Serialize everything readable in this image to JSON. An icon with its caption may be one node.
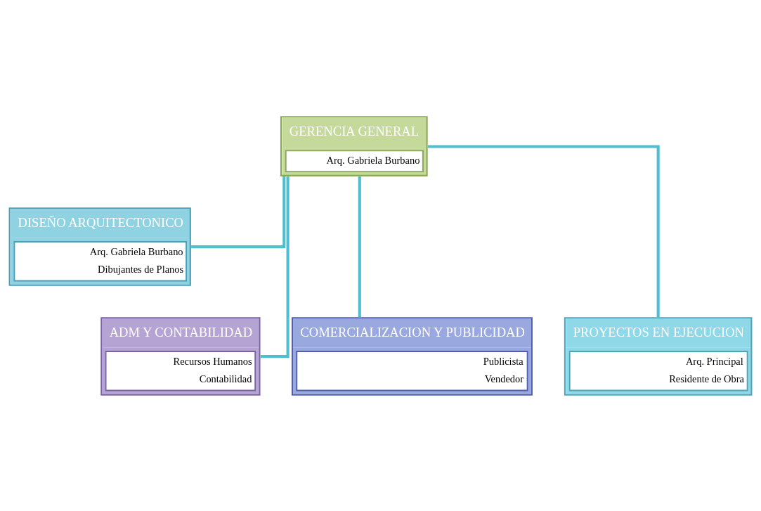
{
  "diagram": {
    "nodes": [
      {
        "text": [
          "GERENCIA GENERAL",
          "Arq. Gabriela Burbano"
        ]
      },
      {
        "text": [
          "DISEÑO ARQUITECTONICO",
          "Arq. Gabriela Burbano",
          "Dibujantes de Planos"
        ]
      },
      {
        "text": [
          "ADM Y CONTABILIDAD",
          "Recursos Humanos",
          "Contabilidad"
        ]
      },
      {
        "text": [
          "COMERCIALIZACION Y PUBLICIDAD",
          "Publicista",
          "Vendedor"
        ]
      },
      {
        "text": [
          "PROYECTOS EN EJECUCION",
          "Arq. Principal",
          "Residente de Obra"
        ]
      }
    ],
    "edges": [
      {
        "from": 0,
        "to": 1,
        "arrow": "none"
      },
      {
        "from": 0,
        "to": 2,
        "arrow": "none"
      },
      {
        "from": 0,
        "to": 3,
        "arrow": "none"
      },
      {
        "from": 0,
        "to": 4,
        "arrow": "none"
      }
    ]
  }
}
